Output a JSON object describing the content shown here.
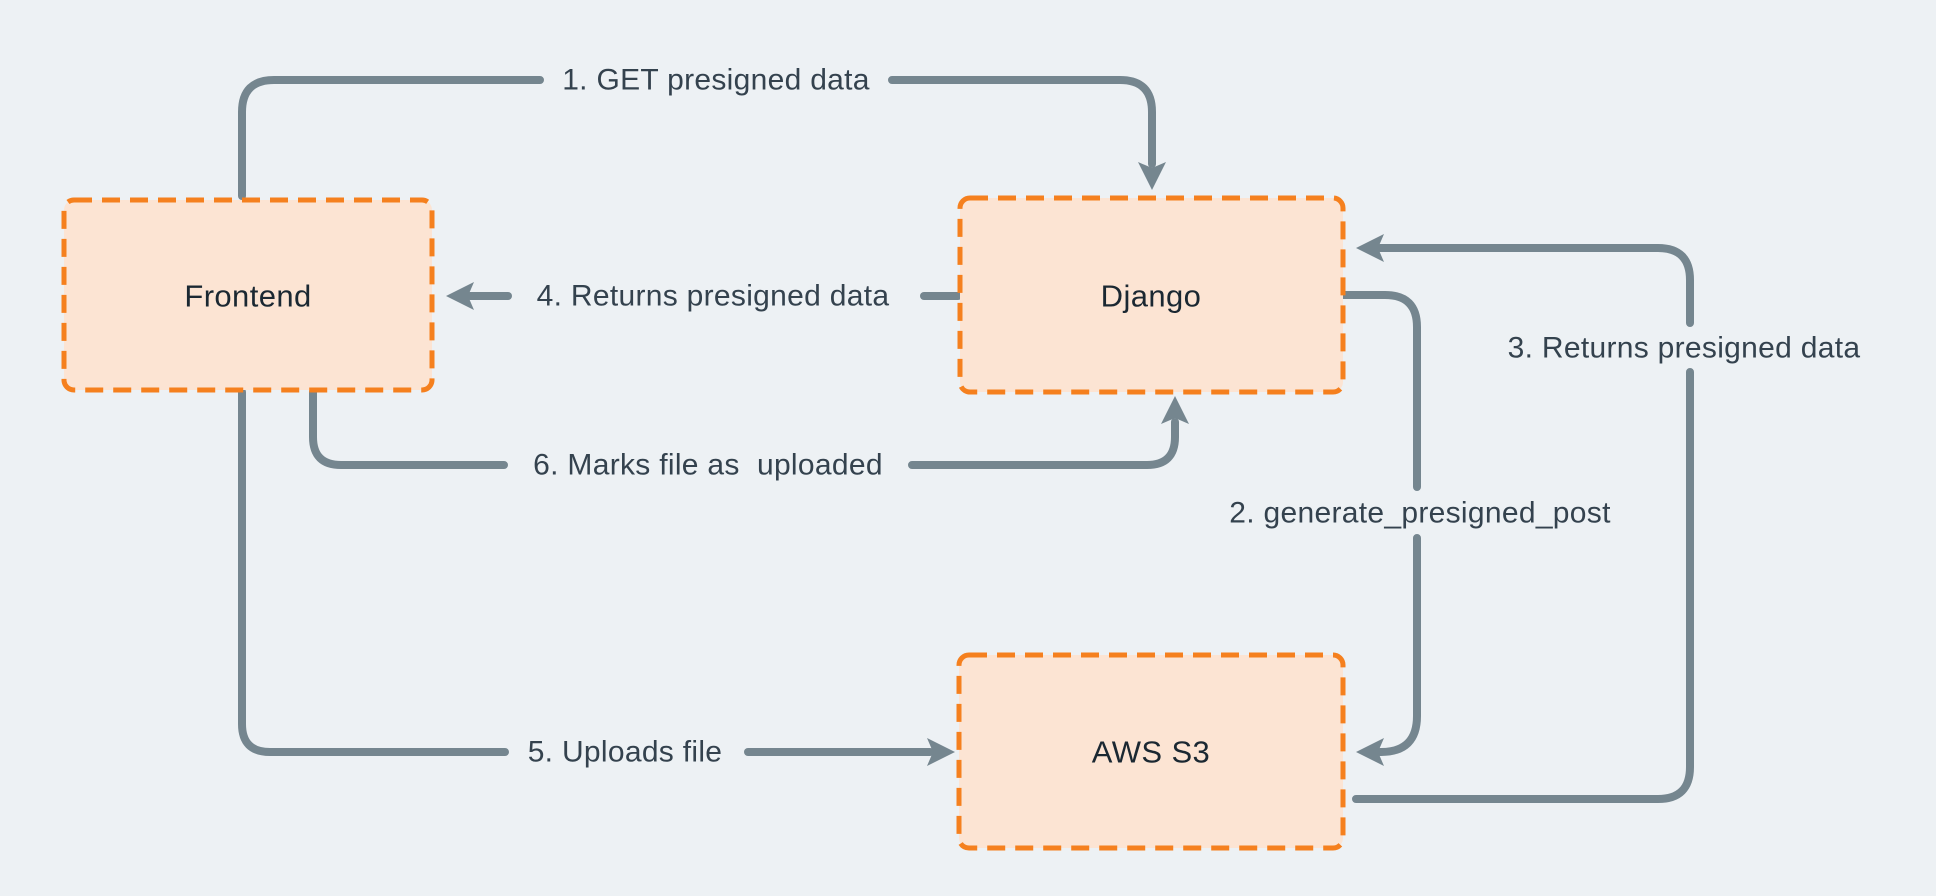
{
  "diagram": {
    "nodes": [
      {
        "id": "frontend",
        "label": "Frontend"
      },
      {
        "id": "django",
        "label": "Django"
      },
      {
        "id": "aws-s3",
        "label": "AWS S3"
      }
    ],
    "edges": [
      {
        "step": "1",
        "label": "1. GET presigned data",
        "from": "Frontend",
        "to": "Django"
      },
      {
        "step": "2",
        "label": "2. generate_presigned_post",
        "from": "Django",
        "to": "AWS S3"
      },
      {
        "step": "3",
        "label": "3. Returns presigned data",
        "from": "AWS S3",
        "to": "Django"
      },
      {
        "step": "4",
        "label": "4. Returns presigned data",
        "from": "Django",
        "to": "Frontend"
      },
      {
        "step": "5",
        "label": "5. Uploads file",
        "from": "Frontend",
        "to": "AWS S3"
      },
      {
        "step": "6",
        "label": "6. Marks file as  uploaded",
        "from": "Frontend",
        "to": "Django"
      }
    ],
    "colors": {
      "background": "#edf1f4",
      "node_fill": "#fce4d3",
      "node_border": "#f5801e",
      "edge": "#75868f",
      "edge_label_text": "#34424e",
      "node_label_text": "#1b2832"
    }
  }
}
